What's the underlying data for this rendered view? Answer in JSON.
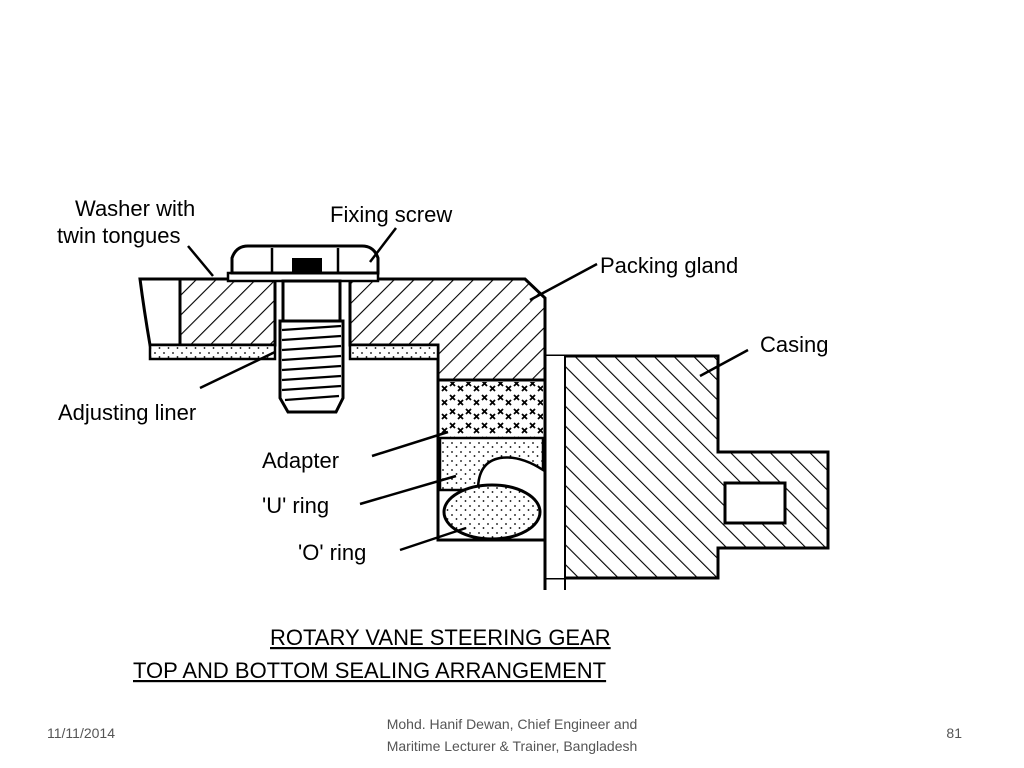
{
  "diagram": {
    "labels": {
      "washer": [
        "Washer with",
        "twin tongues"
      ],
      "fixing_screw": "Fixing screw",
      "packing_gland": "Packing gland",
      "casing": "Casing",
      "adjusting_liner": "Adjusting liner",
      "adapter": "Adapter",
      "u_ring": "'U' ring",
      "o_ring": "'O' ring"
    },
    "caption": {
      "line1": "ROTARY VANE STEERING GEAR",
      "line2": "TOP AND BOTTOM SEALING ARRANGEMENT"
    }
  },
  "footer": {
    "date": "11/11/2014",
    "author_line1": "Mohd. Hanif Dewan, Chief Engineer and",
    "author_line2": "Maritime Lecturer & Trainer, Bangladesh",
    "slide_number": "81"
  }
}
